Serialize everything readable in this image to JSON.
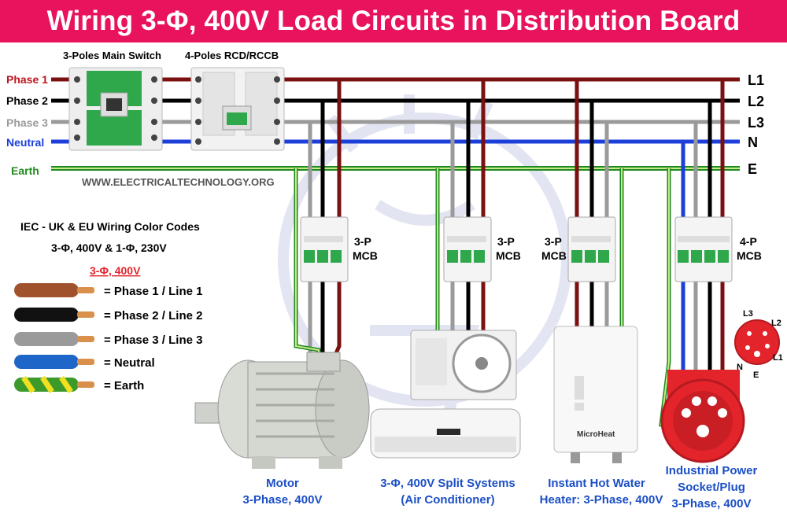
{
  "header": {
    "title": "Wiring 3-Φ, 400V Load Circuits in Distribution Board"
  },
  "switchgear": {
    "main_switch": "3-Poles Main Switch",
    "rcd": "4-Poles RCD/RCCB"
  },
  "conductors": [
    {
      "left": "Phase 1",
      "right": "L1",
      "color": "#7a1010"
    },
    {
      "left": "Phase 2",
      "right": "L2",
      "color": "#000000"
    },
    {
      "left": "Phase 3",
      "right": "L3",
      "color": "#9a9a9a"
    },
    {
      "left": "Neutral",
      "right": "N",
      "color": "#1b3fd8"
    },
    {
      "left": "Earth",
      "right": "E",
      "color": "#1f8a1f"
    }
  ],
  "website": "WWW.ELECTRICALTECHNOLOGY.ORG",
  "legend": {
    "title": "IEC - UK & EU Wiring Color Codes",
    "subtitle": "3-Φ, 400V & 1-Φ, 230V",
    "section": "3-Φ, 400V",
    "items": [
      {
        "label": "= Phase 1 / Line 1",
        "color": "#a0522d"
      },
      {
        "label": "= Phase 2 / Line 2",
        "color": "#111111"
      },
      {
        "label": "= Phase 3 / Line 3",
        "color": "#9a9a9a"
      },
      {
        "label": "= Neutral",
        "color": "#1f66c9"
      },
      {
        "label": "= Earth",
        "color": "#3c9a2a"
      }
    ]
  },
  "mcb_labels": {
    "mcb1": [
      "3-P",
      "MCB"
    ],
    "mcb2": [
      "3-P",
      "MCB"
    ],
    "mcb3": [
      "3-P",
      "MCB"
    ],
    "mcb4": [
      "4-P",
      "MCB"
    ]
  },
  "loads": {
    "motor": [
      "Motor",
      "3-Phase, 400V"
    ],
    "ac": [
      "3-Φ, 400V Split Systems",
      "(Air Conditioner)"
    ],
    "heater": [
      "Instant Hot Water",
      "Heater: 3-Phase, 400V"
    ],
    "socket": [
      "Industrial Power",
      "Socket/Plug",
      "3-Phase, 400V"
    ]
  },
  "heater_brand": "MicroHeat",
  "plug_pins": {
    "l3": "L3",
    "l2": "L2",
    "l1": "L1",
    "n": "N",
    "e": "E"
  }
}
